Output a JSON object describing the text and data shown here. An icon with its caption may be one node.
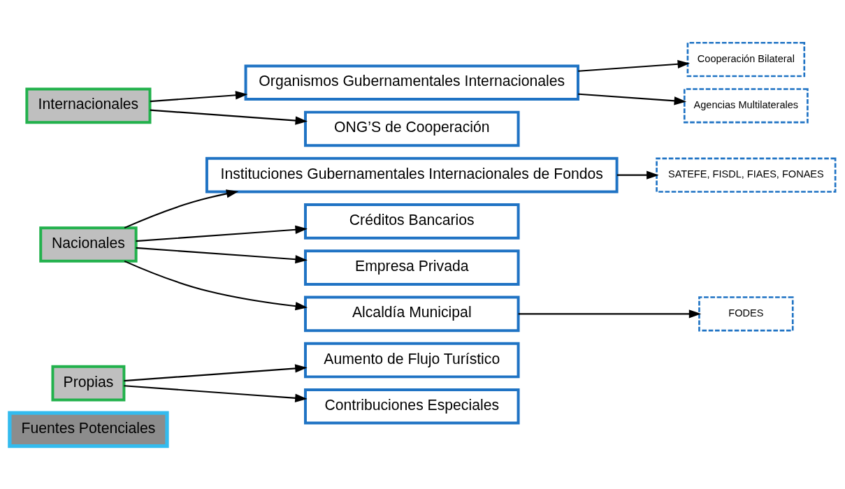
{
  "diagram": {
    "nodes": [
      {
        "text": [
          "Fuentes Potenciales"
        ]
      },
      {
        "text": [
          "Propias"
        ]
      },
      {
        "text": [
          "Aumento de Flujo Turístico"
        ]
      },
      {
        "text": [
          "Contribuciones Especiales"
        ]
      },
      {
        "text": [
          "Nacionales"
        ]
      },
      {
        "text": [
          "Instituciones Gubernamentales Internacionales de Fondos"
        ]
      },
      {
        "text": [
          "SATEFE, FISDL, FIAES, FONAES"
        ]
      },
      {
        "text": [
          "Créditos Bancarios"
        ]
      },
      {
        "text": [
          "Empresa Privada"
        ]
      },
      {
        "text": [
          "Alcaldía Municipal"
        ]
      },
      {
        "text": [
          "FODES"
        ]
      },
      {
        "text": [
          "Internacionales"
        ]
      },
      {
        "text": [
          "Organismos Gubernamentales Internacionales"
        ]
      },
      {
        "text": [
          "Cooperación Bilateral"
        ]
      },
      {
        "text": [
          "Agencias Multilaterales"
        ]
      },
      {
        "text": [
          "ONG’S de Cooperación"
        ]
      }
    ],
    "edges": [
      {
        "from": 1,
        "to": 2,
        "arrow": "to"
      },
      {
        "from": 1,
        "to": 3,
        "arrow": "to"
      },
      {
        "from": 4,
        "to": 5,
        "arrow": "to"
      },
      {
        "from": 5,
        "to": 6,
        "arrow": "to"
      },
      {
        "from": 4,
        "to": 7,
        "arrow": "to"
      },
      {
        "from": 4,
        "to": 8,
        "arrow": "to"
      },
      {
        "from": 4,
        "to": 9,
        "arrow": "to"
      },
      {
        "from": 9,
        "to": 10,
        "arrow": "to"
      },
      {
        "from": 11,
        "to": 12,
        "arrow": "to"
      },
      {
        "from": 12,
        "to": 13,
        "arrow": "to"
      },
      {
        "from": 12,
        "to": 14,
        "arrow": "to"
      },
      {
        "from": 11,
        "to": 15,
        "arrow": "to"
      }
    ]
  }
}
